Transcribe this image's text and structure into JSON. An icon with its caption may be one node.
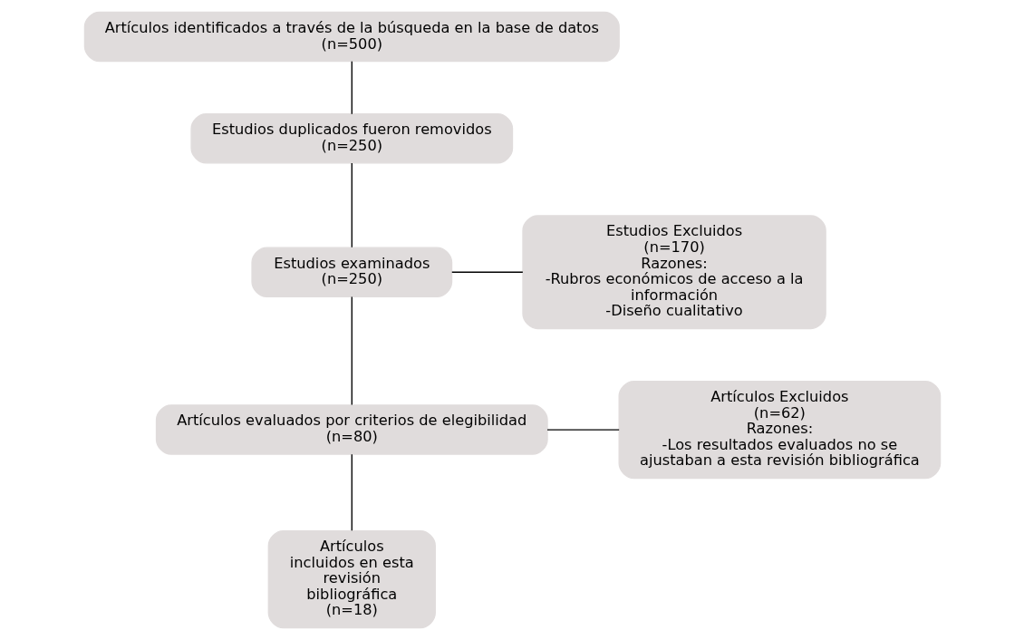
{
  "diagram": {
    "nodes": [
      {
        "text": [
          "Artículos identificados a través de la búsqueda en la base de datos",
          "(n=500)"
        ]
      },
      {
        "text": [
          "Estudios duplicados fueron removidos",
          "(n=250)"
        ]
      },
      {
        "text": [
          "Estudios examinados",
          "(n=250)"
        ]
      },
      {
        "text": [
          "Estudios Excluidos",
          "(n=170)",
          "Razones:",
          "-Rubros económicos de acceso a la información",
          "-Diseño cualitativo"
        ]
      },
      {
        "text": [
          "Artículos evaluados por criterios de elegibilidad",
          "(n=80)"
        ]
      },
      {
        "text": [
          "Artículos Excluidos",
          "(n=62)",
          "Razones:",
          "-Los resultados evaluados no se ajustaban a esta revisión bibliográfica"
        ]
      },
      {
        "text": [
          "Artículos incluidos en esta revisión bibliográfica",
          "(n=18)"
        ]
      }
    ],
    "edges": [
      {
        "from": 0,
        "to": 1,
        "arrow": "none"
      },
      {
        "from": 1,
        "to": 2,
        "arrow": "none"
      },
      {
        "from": 2,
        "to": 3,
        "arrow": "none"
      },
      {
        "from": 2,
        "to": 4,
        "arrow": "none"
      },
      {
        "from": 4,
        "to": 5,
        "arrow": "none"
      },
      {
        "from": 4,
        "to": 6,
        "arrow": "none"
      }
    ]
  }
}
